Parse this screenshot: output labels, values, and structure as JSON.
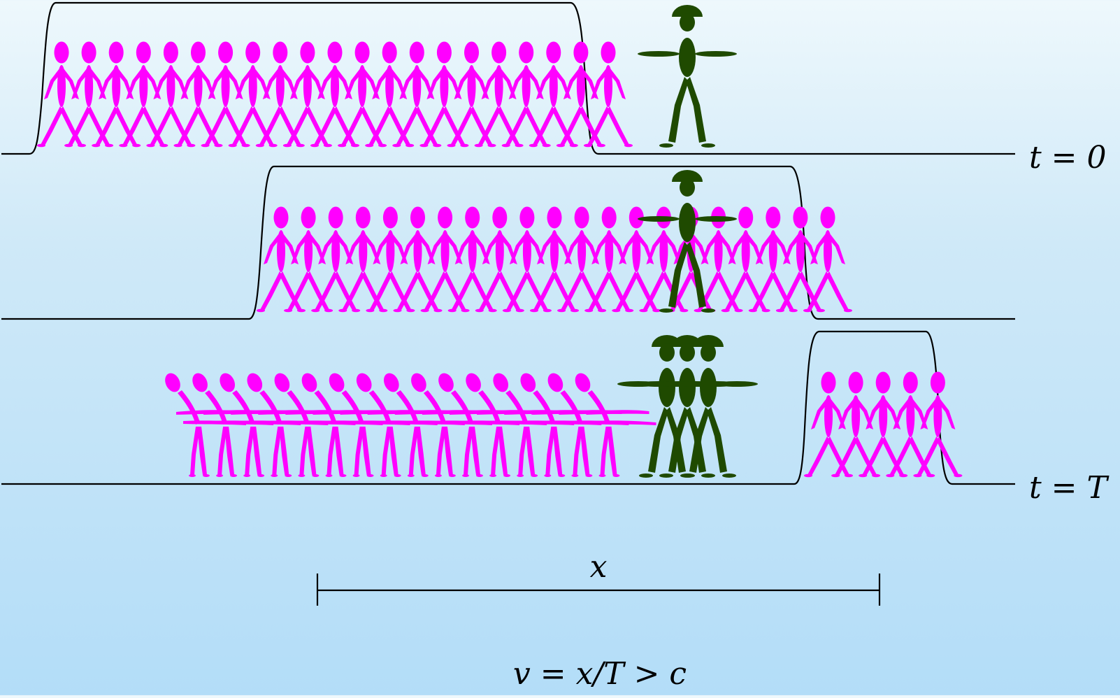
{
  "labels": {
    "t_start": "t = 0",
    "t_end": "t = T",
    "distance": "x",
    "equation": "v = x/T > c"
  },
  "colors": {
    "crowd": "#ff00ff",
    "observer": "#1f4a00",
    "line": "#000000"
  },
  "rows": [
    {
      "name": "row-t0",
      "crowd_count": 21,
      "observer_count": 1
    },
    {
      "name": "row-t-mid",
      "crowd_count": 21,
      "observer_count": 1
    },
    {
      "name": "row-tT",
      "crowd_count": 5,
      "fallen_count": 16,
      "observer_count": 3
    }
  ]
}
